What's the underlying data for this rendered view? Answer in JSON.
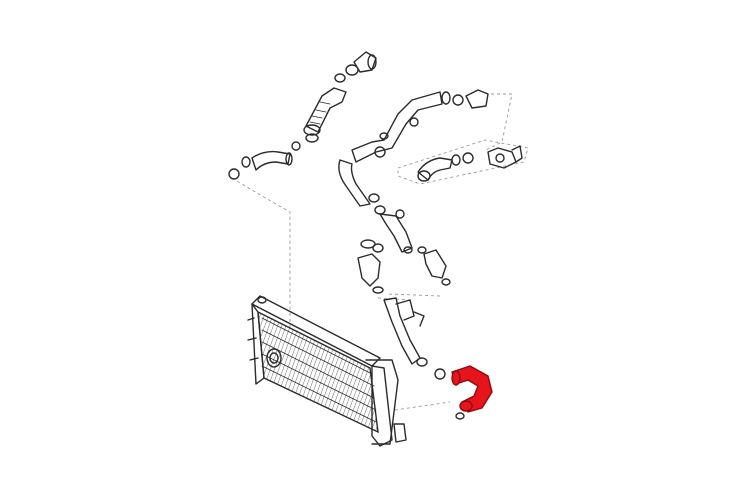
{
  "colors": {
    "line": "#2b2b2b",
    "guide": "#9a9a9a",
    "accent": "#e8141c",
    "accent_dark": "#8a0c10",
    "background": "#ffffff"
  },
  "parts": [
    "intercooler",
    "upper-boost-hose",
    "boost-pipe-assembly",
    "throttle-body",
    "left-intake-hose",
    "lower-boost-pipe",
    "highlighted-hose"
  ],
  "highlighted_part": "highlighted-hose"
}
